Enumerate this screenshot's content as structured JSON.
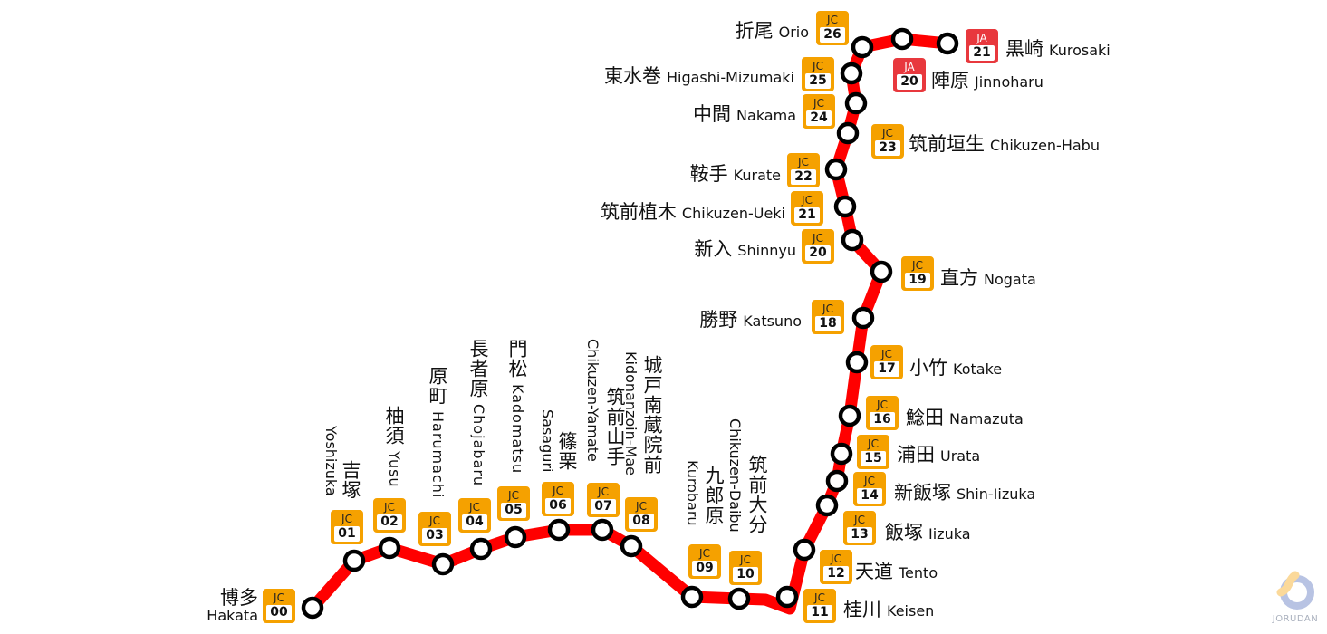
{
  "line_color": "#ff0000",
  "badge_colors": {
    "JC": "#f5a100",
    "JA": "#e8383d"
  },
  "stations": [
    {
      "prefix": "JC",
      "num": "00",
      "jp": "博多",
      "en": "Hakata"
    },
    {
      "prefix": "JC",
      "num": "01",
      "jp": "吉塚",
      "en": "Yoshizuka"
    },
    {
      "prefix": "JC",
      "num": "02",
      "jp": "柚須",
      "en": "Yusu"
    },
    {
      "prefix": "JC",
      "num": "03",
      "jp": "原町",
      "en": "Harumachi"
    },
    {
      "prefix": "JC",
      "num": "04",
      "jp": "長者原",
      "en": "Chojabaru"
    },
    {
      "prefix": "JC",
      "num": "05",
      "jp": "門松",
      "en": "Kadomatsu"
    },
    {
      "prefix": "JC",
      "num": "06",
      "jp": "篠栗",
      "en": "Sasaguri"
    },
    {
      "prefix": "JC",
      "num": "07",
      "jp": "筑前山手",
      "en": "Chikuzen-Yamate"
    },
    {
      "prefix": "JC",
      "num": "08",
      "jp": "城戸南蔵院前",
      "en": "Kidonanzoin-Mae"
    },
    {
      "prefix": "JC",
      "num": "09",
      "jp": "九郎原",
      "en": "Kurobaru"
    },
    {
      "prefix": "JC",
      "num": "10",
      "jp": "筑前大分",
      "en": "Chikuzen-Daibu"
    },
    {
      "prefix": "JC",
      "num": "11",
      "jp": "桂川",
      "en": "Keisen"
    },
    {
      "prefix": "JC",
      "num": "12",
      "jp": "天道",
      "en": "Tento"
    },
    {
      "prefix": "JC",
      "num": "13",
      "jp": "飯塚",
      "en": "Iizuka"
    },
    {
      "prefix": "JC",
      "num": "14",
      "jp": "新飯塚",
      "en": "Shin-Iizuka"
    },
    {
      "prefix": "JC",
      "num": "15",
      "jp": "浦田",
      "en": "Urata"
    },
    {
      "prefix": "JC",
      "num": "16",
      "jp": "鯰田",
      "en": "Namazuta"
    },
    {
      "prefix": "JC",
      "num": "17",
      "jp": "小竹",
      "en": "Kotake"
    },
    {
      "prefix": "JC",
      "num": "18",
      "jp": "勝野",
      "en": "Katsuno"
    },
    {
      "prefix": "JC",
      "num": "19",
      "jp": "直方",
      "en": "Nogata"
    },
    {
      "prefix": "JC",
      "num": "20",
      "jp": "新入",
      "en": "Shinnyu"
    },
    {
      "prefix": "JC",
      "num": "21",
      "jp": "筑前植木",
      "en": "Chikuzen-Ueki"
    },
    {
      "prefix": "JC",
      "num": "22",
      "jp": "鞍手",
      "en": "Kurate"
    },
    {
      "prefix": "JC",
      "num": "23",
      "jp": "筑前垣生",
      "en": "Chikuzen-Habu"
    },
    {
      "prefix": "JC",
      "num": "24",
      "jp": "中間",
      "en": "Nakama"
    },
    {
      "prefix": "JC",
      "num": "25",
      "jp": "東水巻",
      "en": "Higashi-Mizumaki"
    },
    {
      "prefix": "JC",
      "num": "26",
      "jp": "折尾",
      "en": "Orio"
    },
    {
      "prefix": "JA",
      "num": "20",
      "jp": "陣原",
      "en": "Jinnoharu"
    },
    {
      "prefix": "JA",
      "num": "21",
      "jp": "黒崎",
      "en": "Kurosaki"
    }
  ],
  "logo": {
    "text": "JORUDAN"
  }
}
